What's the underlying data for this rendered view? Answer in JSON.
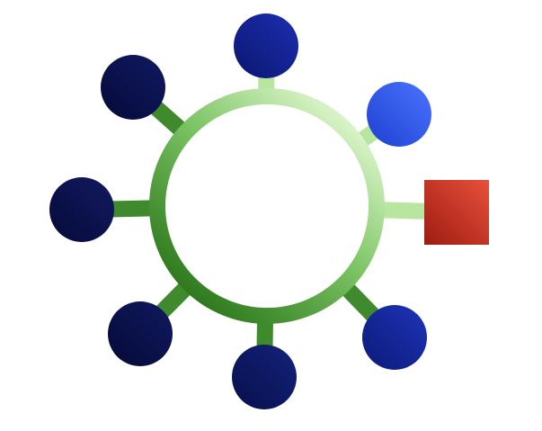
{
  "diagram": {
    "kind": "ring-network",
    "hub": {
      "shape": "ring",
      "color_light": "#d9f4c8",
      "color_mid": "#7cc464",
      "color_dark": "#2f7a1e"
    },
    "connector_color_light": "#b8e69e",
    "connector_color_dark": "#3f8a2c",
    "nodes": [
      {
        "id": "node-top",
        "shape": "circle",
        "color_light": "#1c2fb0",
        "color_dark": "#0b1670"
      },
      {
        "id": "node-top-right",
        "shape": "circle",
        "color_light": "#4a74ff",
        "color_dark": "#1e3fd0"
      },
      {
        "id": "node-right",
        "shape": "square",
        "color_light": "#e8503a",
        "color_dark": "#9e1c12"
      },
      {
        "id": "node-bottom-right",
        "shape": "circle",
        "color_light": "#1d34b8",
        "color_dark": "#0c1a78"
      },
      {
        "id": "node-bottom",
        "shape": "circle",
        "color_light": "#14237c",
        "color_dark": "#070f4a"
      },
      {
        "id": "node-bottom-left",
        "shape": "circle",
        "color_light": "#11195e",
        "color_dark": "#050a38"
      },
      {
        "id": "node-left",
        "shape": "circle",
        "color_light": "#121a60",
        "color_dark": "#050a38"
      },
      {
        "id": "node-top-left",
        "shape": "circle",
        "color_light": "#111962",
        "color_dark": "#050a38"
      }
    ]
  }
}
